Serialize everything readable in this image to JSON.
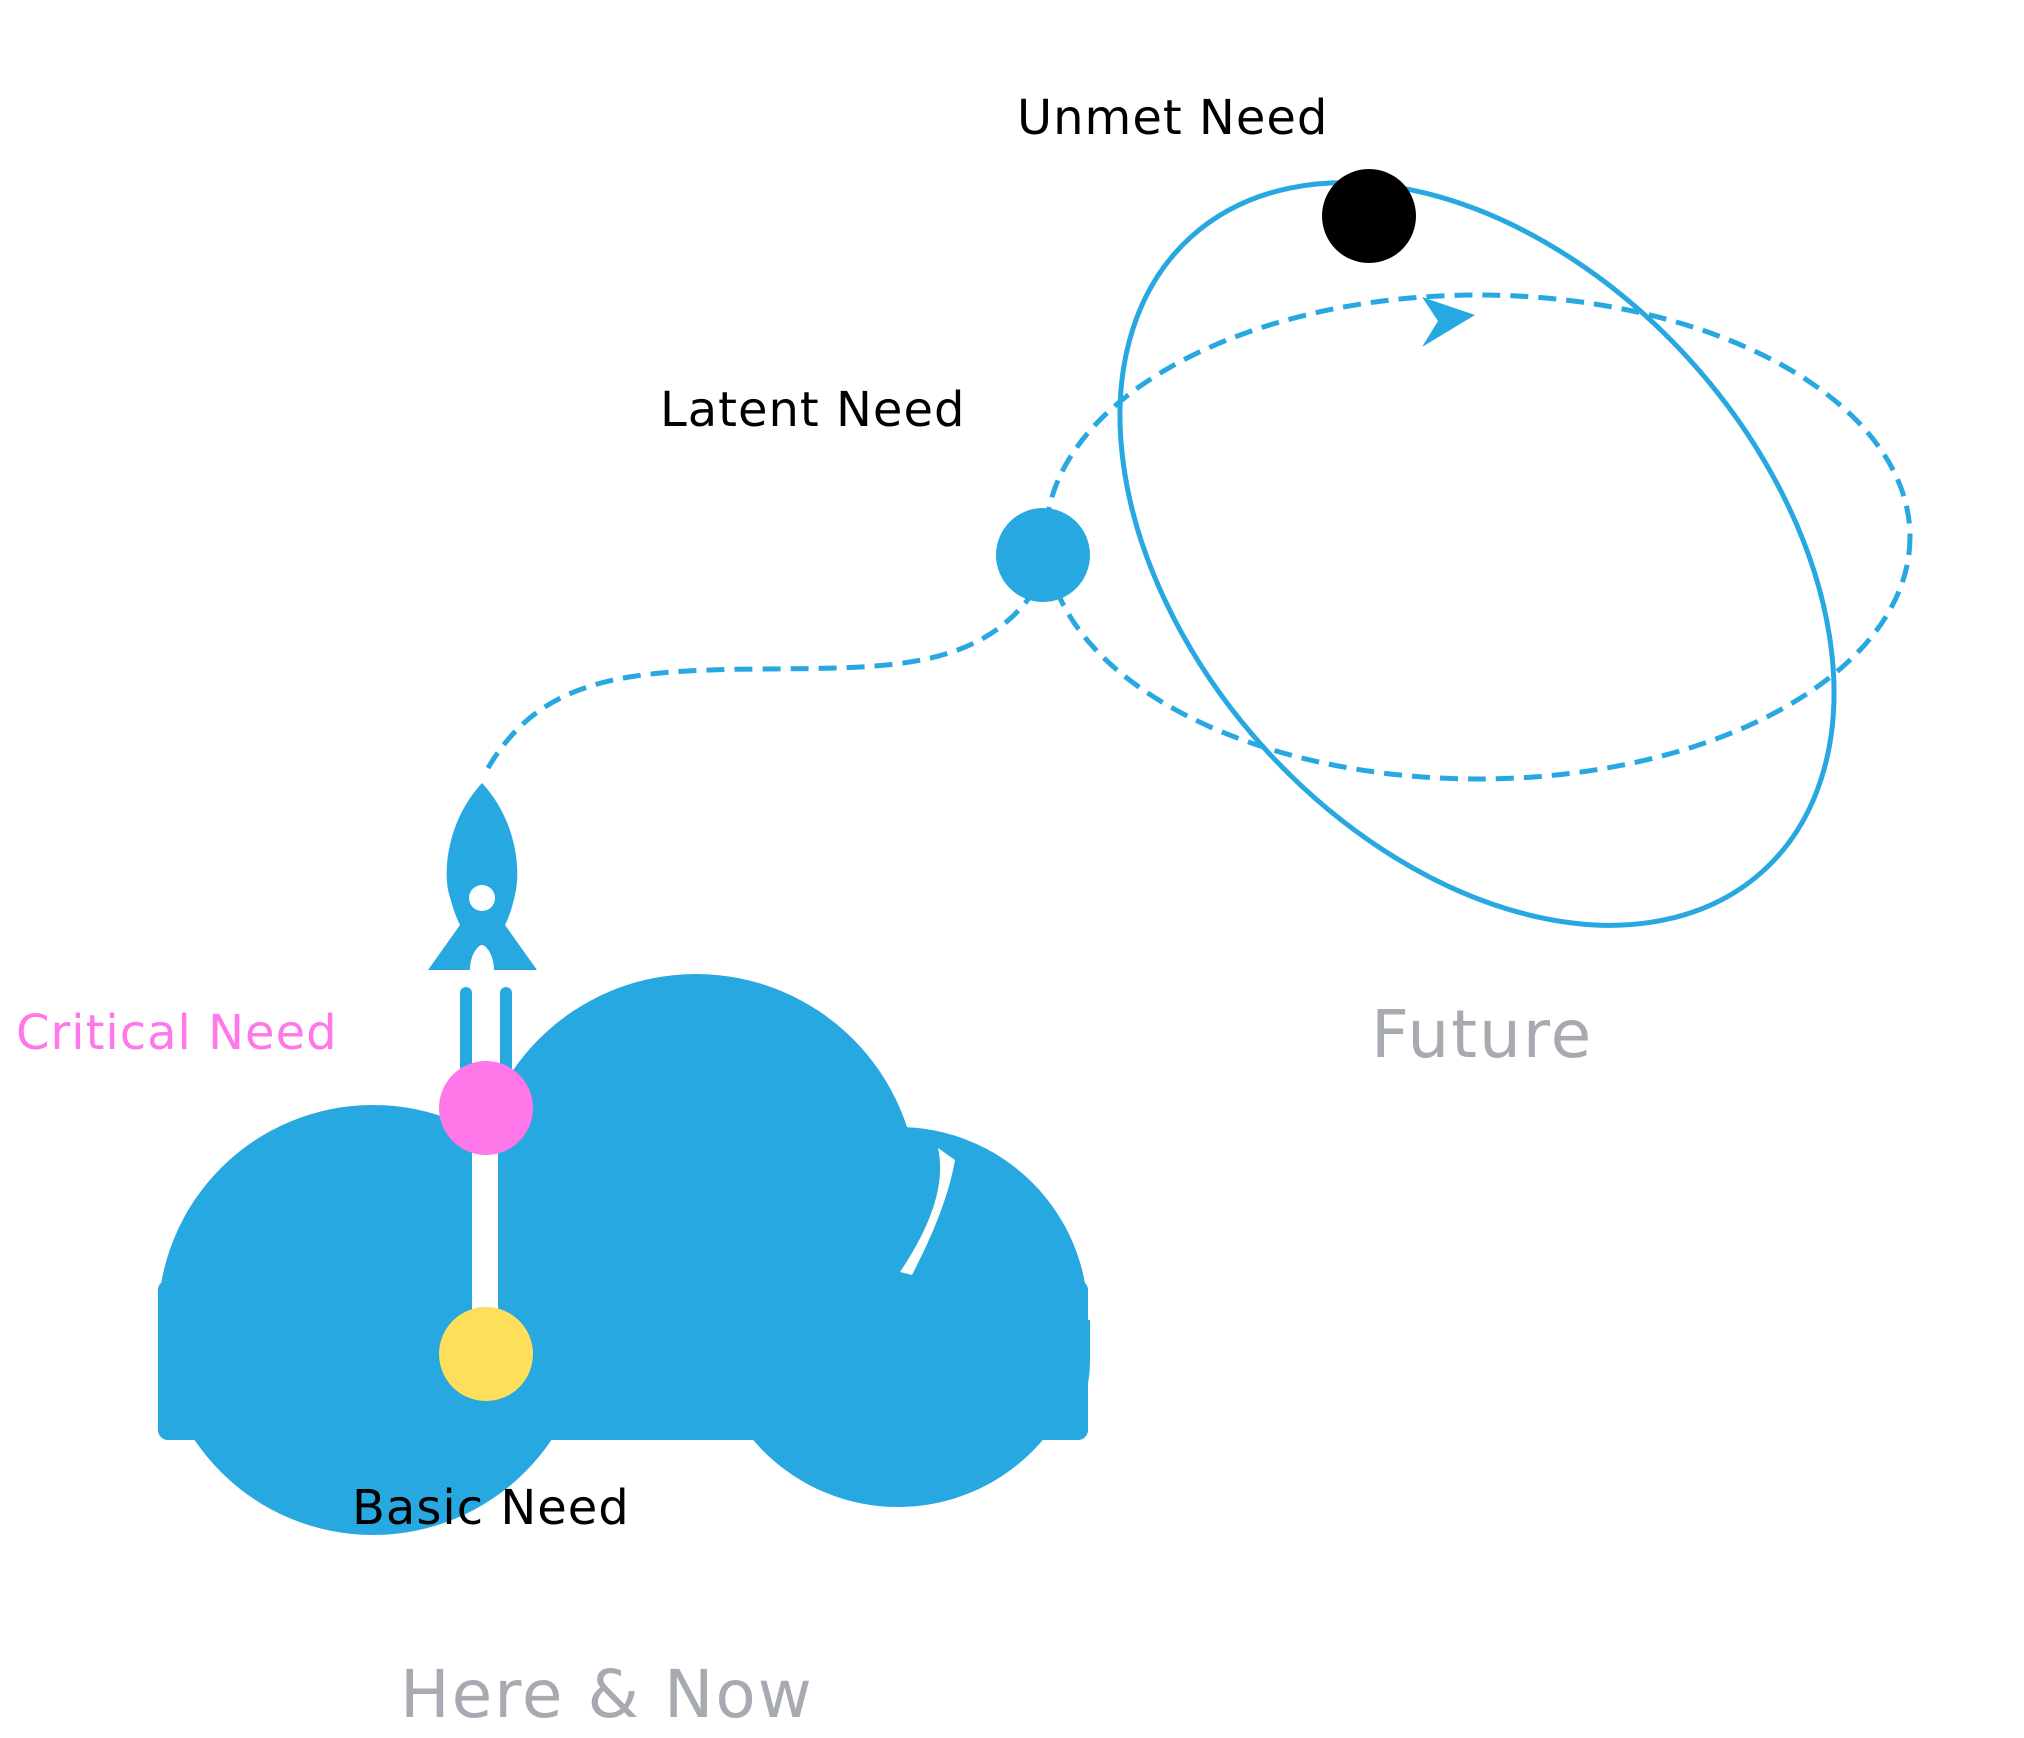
{
  "colors": {
    "blue": "#28A8E0",
    "pink": "#FF77E8",
    "yellow": "#FFDE5C",
    "black": "#000000",
    "gray": "#A7AAB0",
    "white": "#FFFFFF"
  },
  "labels": {
    "unmet_need": "Unmet Need",
    "latent_need": "Latent Need",
    "critical_need": "Critical Need",
    "basic_need": "Basic Need",
    "future": "Future",
    "here_and_now": "Here & Now"
  },
  "icons": {
    "rocket": "rocket-icon",
    "cloud": "cloud-icon",
    "orbit_arrow": "arrowhead-icon"
  }
}
